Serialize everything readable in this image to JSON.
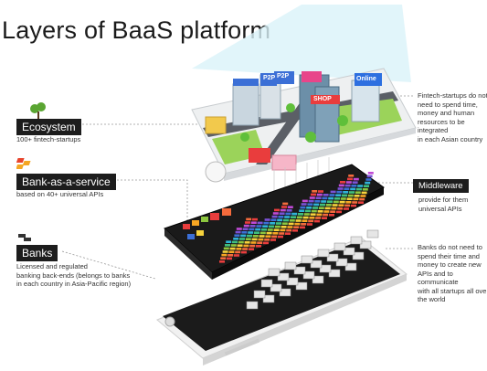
{
  "title": "Layers of BaaS platform",
  "layers": {
    "ecosystem": {
      "label": "Ecosystem",
      "desc": "100+ fintech-startups"
    },
    "baas": {
      "label": "Bank-as-a-service",
      "desc": "based on 40+ universal APIs"
    },
    "banks": {
      "label": "Banks",
      "desc_lines": [
        "Licensed and regulated",
        "banking back-ends (belongs to banks",
        "in each country in Asia-Pacific region)"
      ]
    }
  },
  "right": {
    "ecosystem_note": [
      "Fintech-startups do not",
      "need to spend time,",
      "money and human",
      "resources to be integrated",
      "in each Asian country"
    ],
    "middleware": {
      "label": "Middleware",
      "desc": [
        "provide for them",
        "universal APIs"
      ]
    },
    "banks_note": [
      "Banks do not need to",
      "spend their time and",
      "money to create new",
      "APIs and to communicate",
      "with all startups all over",
      "the world"
    ]
  },
  "signs": {
    "p2p_1": "P2P",
    "p2p_2": "P2P",
    "online": "Online",
    "shop": "SHOP"
  },
  "colors": {
    "ecosystem_icon": "#5aa532",
    "baas_icon_a": "#e8442c",
    "baas_icon_b": "#f4a623",
    "banks_icon": "#333333"
  }
}
